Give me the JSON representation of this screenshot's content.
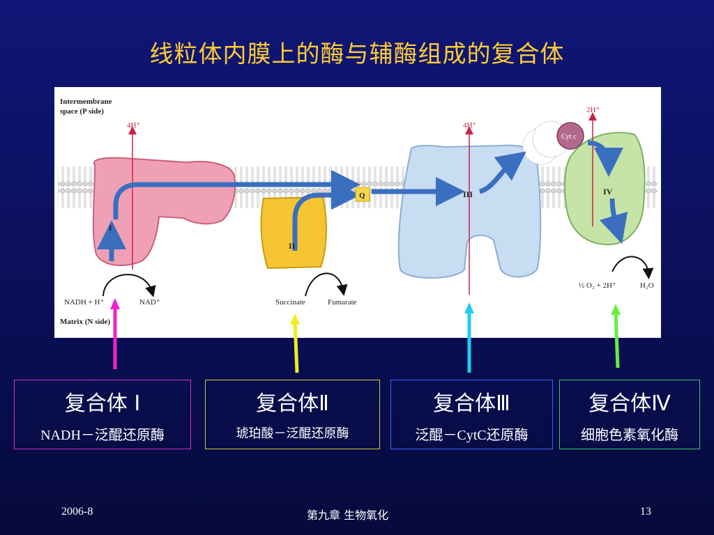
{
  "slide": {
    "title": "线粒体内膜上的酶与辅酶组成的复合体",
    "footer": {
      "date": "2006-8",
      "chapter": "第九章  生物氧化",
      "page": "13"
    }
  },
  "figure": {
    "space_label_1": "Intermembrane",
    "space_label_2": "space (P side)",
    "matrix_label": "Matrix (N side)",
    "proton_labels": [
      "4H⁺",
      "4H⁺",
      "2H⁺"
    ],
    "complex_labels": [
      "I",
      "II",
      "III",
      "IV"
    ],
    "q_label": "Q",
    "cytc_label": "Cyt c",
    "nadh_label": "NADH + H⁺",
    "nad_label": "NAD⁺",
    "succinate_label": "Succinate",
    "fumarate_label": "Fumarate",
    "o2_label": "½ O₂ + 2H⁺",
    "h2o_label": "H₂O"
  },
  "complexes": [
    {
      "name": "复合体 I",
      "desc": "NADH－泛醌还原酶",
      "color": "#cc33cc"
    },
    {
      "name": "复合体Ⅱ",
      "desc": "琥珀酸－泛醌还原酶",
      "color": "#cccc33"
    },
    {
      "name": "复合体Ⅲ",
      "desc": "泛醌－CytC还原酶",
      "color": "#3366ff"
    },
    {
      "name": "复合体Ⅳ",
      "desc": "细胞色素氧化酶",
      "color": "#33cc66"
    }
  ],
  "colors": {
    "title": "#ffcc33",
    "arrow_1": "#ee22cc",
    "arrow_2": "#eeee22",
    "arrow_3": "#22ccee",
    "arrow_4": "#66ee44"
  }
}
